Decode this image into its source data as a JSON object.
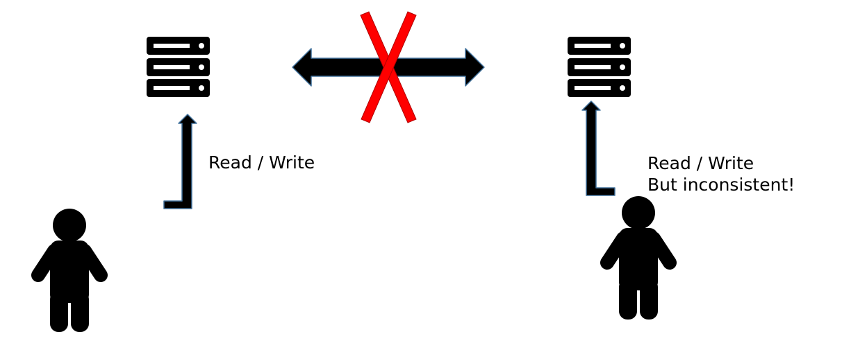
{
  "left_side": {
    "action_label": "Read / Write"
  },
  "right_side": {
    "action_label": "Read / Write",
    "warning_label": "But inconsistent!"
  },
  "icons": {
    "server": "server-icon",
    "person": "person-icon",
    "sync_arrow": "double-arrow-icon",
    "blocked": "red-x-icon"
  },
  "colors": {
    "ink": "#000000",
    "arrow_outline": "#41719c",
    "blocked": "#ff0000"
  }
}
